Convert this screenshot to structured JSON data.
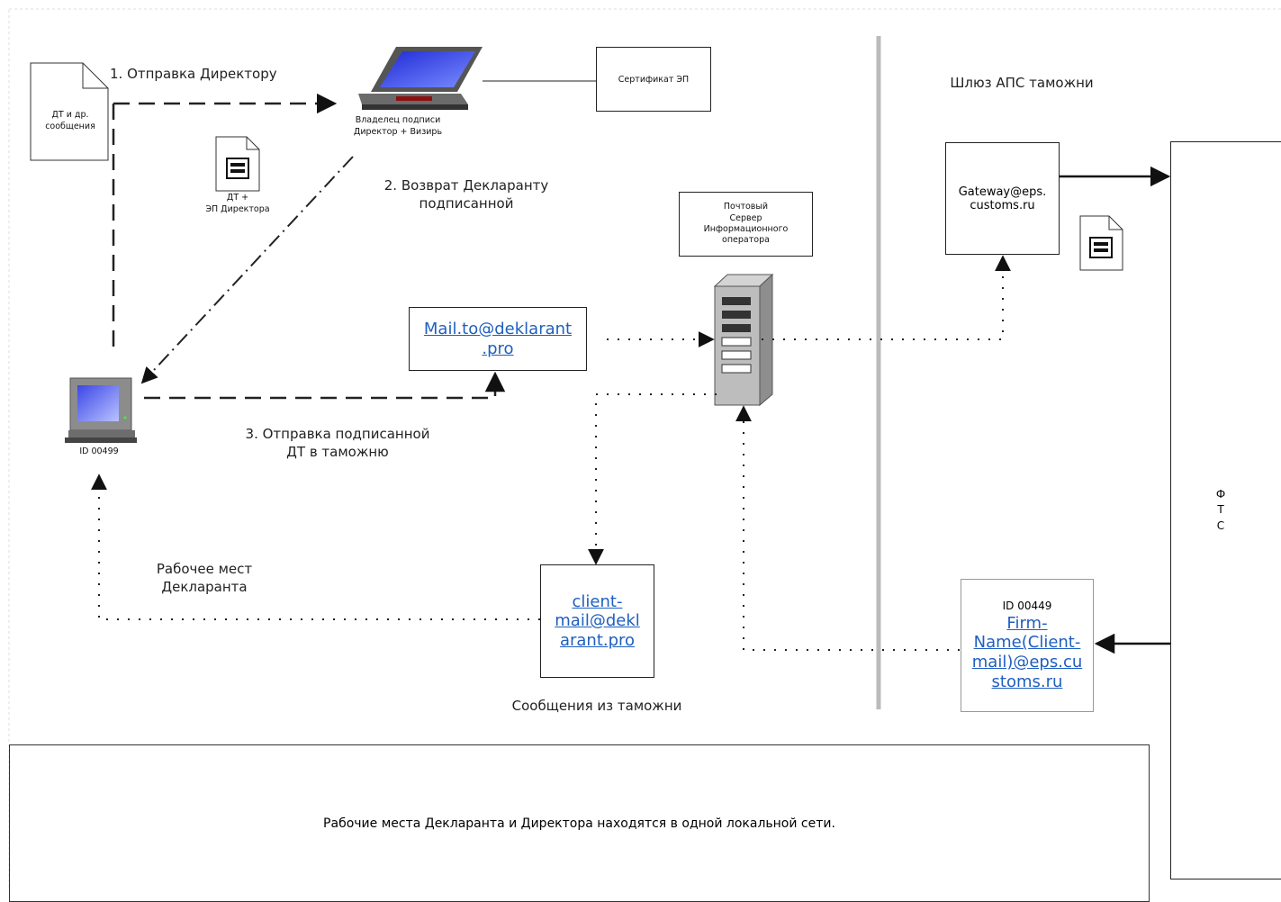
{
  "nodes": {
    "doc_source": "ДТ и др.\nсообщения",
    "director_pc": "Владелец подписи\nДиректор + Визирь",
    "certificate": "Сертификат ЭП",
    "signed_doc": "ДТ +\nЭП Директора",
    "mail_server": "Почтовый\nСервер\nИнформационного\nоператора",
    "declarant_pc": "ID 00499",
    "gateway": "Gateway@eps.\ncustoms.ru",
    "fts": "Ф\nТ\nС",
    "firm_id": "ID 00449"
  },
  "links": {
    "mail_to": "Mail.to@deklarant\n.pro",
    "client_mail": "client-\nmail@dekl\narant.pro",
    "firm_mail": "Firm-\nName(Client-\nmail)@eps.cu\nstoms.ru"
  },
  "labels": {
    "step1": "1. Отправка Директору",
    "step2": "2. Возврат Декларанту\nподписанной",
    "step3": "3. Отправка подписанной\nДТ в таможню",
    "workplace": "Рабочее мест\nДекларанта",
    "messages": "Сообщения из таможни",
    "gateway_zone": "Шлюз АПС таможни",
    "note": "Рабочие места Декларанта и Директора находятся в одной локальной сети."
  }
}
